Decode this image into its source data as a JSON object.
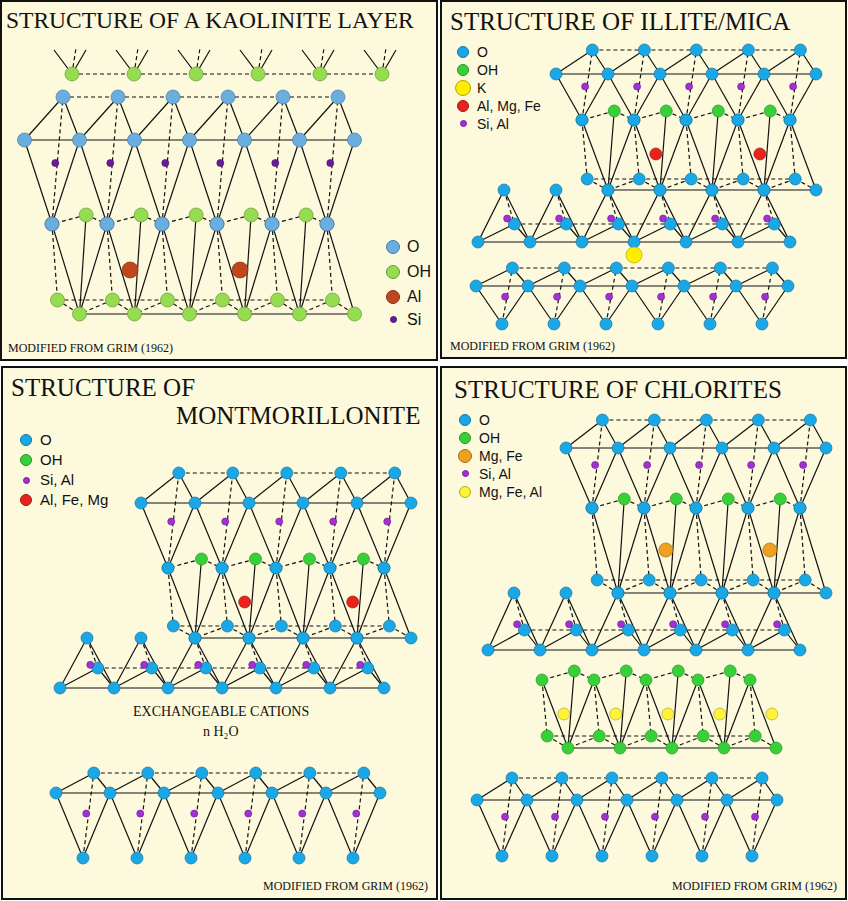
{
  "diagram": {
    "nodes": [
      {
        "text": [
          "STRUCTURE OF A KAOLINITE LAYER",
          "MODIFIED FROM GRIM (1962)"
        ]
      },
      {
        "text": [
          "STRUCTURE OF ILLITE/MICA",
          "MODIFIED FROM GRIM (1962)"
        ]
      },
      {
        "text": [
          "STRUCTURE OF MONTMORILLONITE",
          "MODIFIED FROM GRIM (1962)"
        ]
      },
      {
        "text": [
          "STRUCTURE OF CHLORITES",
          "MODIFIED FROM GRIM (1962)"
        ]
      }
    ],
    "labels": [
      "EXCHANGEABLE CATIONS",
      "n H₂O"
    ],
    "legend": [
      {
        "text": "O",
        "color": "#6aaee0"
      },
      {
        "text": "OH",
        "color": "#96dc50"
      },
      {
        "text": "Al",
        "color": "#c0461e"
      },
      {
        "text": "Si",
        "color": "#6a1b9a"
      },
      {
        "text": "O",
        "color": "#1aa7e6"
      },
      {
        "text": "OH",
        "color": "#38d038"
      },
      {
        "text": "K",
        "color": "#ffee00"
      },
      {
        "text": "Al, Mg, Fe",
        "color": "#e8231c"
      },
      {
        "text": "Si, Al",
        "color": "#a52fd6"
      },
      {
        "text": "O",
        "color": "#1aa7e6"
      },
      {
        "text": "OH",
        "color": "#38d038"
      },
      {
        "text": "Si, Al",
        "color": "#a52fd6"
      },
      {
        "text": "Al, Fe, Mg",
        "color": "#e8231c"
      },
      {
        "text": "O",
        "color": "#1aa7e6"
      },
      {
        "text": "OH",
        "color": "#38d038"
      },
      {
        "text": "Mg, Fe",
        "color": "#f0a020"
      },
      {
        "text": "Si, Al",
        "color": "#a52fd6"
      },
      {
        "text": "Mg, Fe, Al",
        "color": "#fff23a"
      }
    ]
  }
}
